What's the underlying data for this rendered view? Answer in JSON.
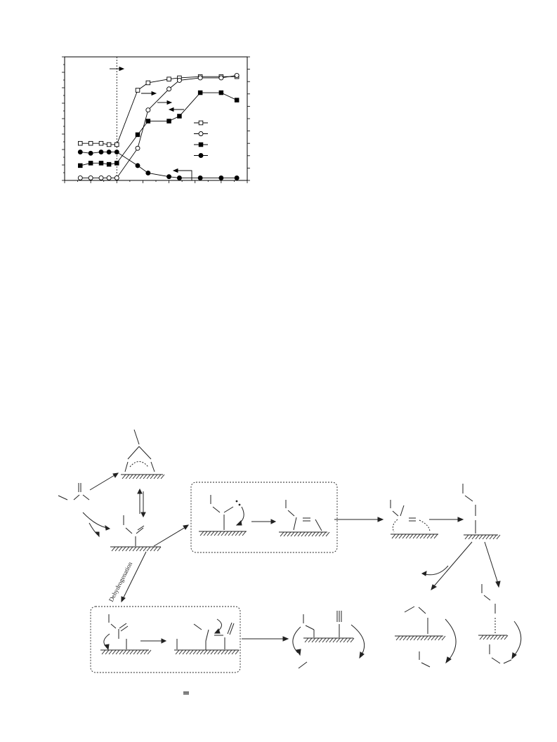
{
  "scheme": {
    "dehydrogenation_label": "Dehydrogenation"
  },
  "chart_data": {
    "type": "line",
    "title": "",
    "xlabel": "",
    "ylabel_left": "",
    "ylabel_right": "",
    "xlim": [
      0,
      17.5
    ],
    "ylim_left": [
      0,
      100
    ],
    "ylim_right": [
      0,
      100
    ],
    "grid": false,
    "legend_position": "middle-right",
    "marker_color": "#000000",
    "vertical_marker_x": 5,
    "series": [
      {
        "marker": "open-square",
        "axis": "right",
        "x": [
          1.5,
          2.5,
          3.5,
          4.25,
          5,
          7,
          8,
          10,
          11,
          13,
          15,
          16.5
        ],
        "y": [
          30,
          30,
          30,
          29,
          29,
          73,
          79,
          82,
          83,
          84,
          84,
          84
        ]
      },
      {
        "marker": "open-circle",
        "axis": "right",
        "x": [
          1.5,
          2.5,
          3.5,
          4.25,
          5,
          7,
          8,
          10,
          11,
          13,
          15,
          16.5
        ],
        "y": [
          2,
          2,
          2,
          2,
          2,
          26,
          57,
          74,
          81,
          83,
          83,
          85
        ]
      },
      {
        "marker": "filled-square",
        "axis": "left",
        "x": [
          1.5,
          2.5,
          3.5,
          4.25,
          5,
          7,
          8,
          10,
          11,
          13,
          15,
          16.5
        ],
        "y": [
          12,
          14,
          14,
          13,
          14,
          37,
          48,
          48,
          52,
          71,
          71,
          65
        ]
      },
      {
        "marker": "filled-circle",
        "axis": "left",
        "x": [
          1.5,
          2.5,
          3.5,
          4.25,
          5,
          7,
          8,
          10,
          11,
          13,
          15,
          16.5
        ],
        "y": [
          23,
          22,
          23,
          23,
          23,
          12,
          6,
          3,
          2,
          2,
          2,
          2
        ]
      }
    ]
  }
}
